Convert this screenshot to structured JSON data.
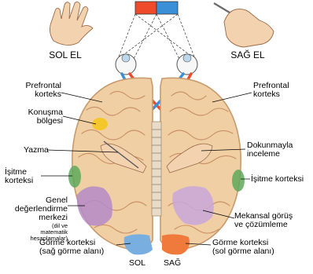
{
  "hands": {
    "left": "SOL EL",
    "right": "SAĞ EL"
  },
  "labels": {
    "prefrontal_left": [
      "Prefrontal",
      "korteks"
    ],
    "prefrontal_right": [
      "Prefrontal",
      "korteks"
    ],
    "speech": [
      "Konuşma",
      "bölgesi"
    ],
    "writing": "Yazma",
    "touch": [
      "Dokunmayla",
      "inceleme"
    ],
    "hearing_left": [
      "İşitme",
      "korteksi"
    ],
    "hearing_right": "İşitme korteksi",
    "general_assessment": [
      "Genel",
      "değerlendirme",
      "merkezi"
    ],
    "general_assessment_sub": [
      "(dil ve",
      "matematik",
      "hesaplamalar)"
    ],
    "spatial": [
      "Mekansal görüş",
      "ve çözümleme"
    ],
    "visual_left": [
      "Görme korteksi",
      "(sağ görme alanı)"
    ],
    "visual_right": [
      "Görme korteksi",
      "(sol  görme alanı)"
    ],
    "hemi_left": "SOL",
    "hemi_right": "SAĞ"
  },
  "colors": {
    "visual_field_left": "#ef4b2b",
    "visual_field_right": "#3b8fd6",
    "brain_tissue": "#f0cfa4",
    "brain_outline": "#c89a6c",
    "speech_area": "#f5c518",
    "hearing_area": "#5fa85a",
    "assessment_area": "#b58ac8",
    "visual_left_cortex": "#78aee0",
    "visual_right_cortex": "#ef7a3c"
  }
}
